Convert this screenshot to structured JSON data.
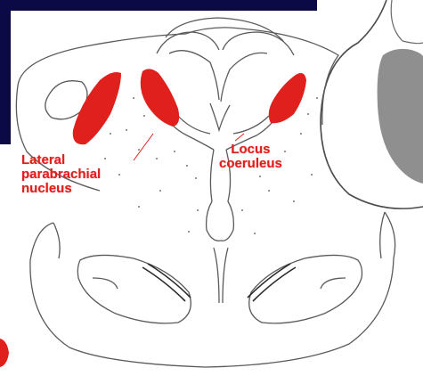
{
  "labels": {
    "parabrachial": [
      "Lateral",
      "parabrachial",
      "nucleus"
    ],
    "coeruleus": [
      "Locus",
      "coeruleus"
    ]
  },
  "colors": {
    "banner": "#0b0a47",
    "highlight": "#e0201c",
    "label_text": "#e0201c",
    "outline": "#5a5a5a",
    "inset_fill": "#8f8f8f"
  }
}
